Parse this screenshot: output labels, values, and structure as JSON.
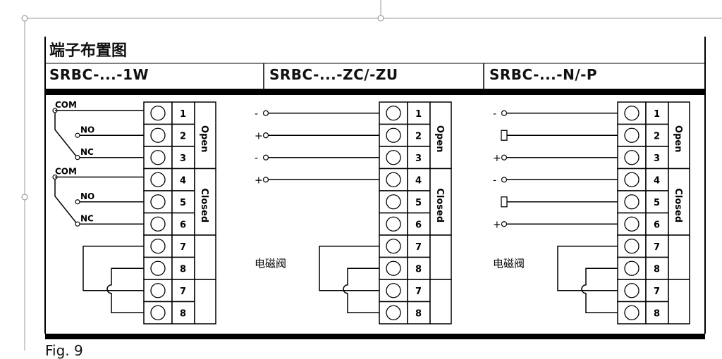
{
  "page_title": "端子布置图",
  "columns": [
    {
      "id": "1w",
      "title": "SRBC-...-1W",
      "terminals": [
        "1",
        "2",
        "3",
        "4",
        "5",
        "6",
        "7",
        "8",
        "7",
        "8"
      ],
      "group_labels": [
        "Open",
        "Closed"
      ],
      "switch_labels": [
        "COM",
        "NO",
        "NC",
        "COM",
        "NO",
        "NC"
      ]
    },
    {
      "id": "zc",
      "title": "SRBC-...-ZC/-ZU",
      "terminals": [
        "1",
        "2",
        "3",
        "4",
        "5",
        "6",
        "7",
        "8",
        "7",
        "8"
      ],
      "group_labels": [
        "Open",
        "Closed"
      ],
      "signal_signs": [
        "-",
        "+",
        "-",
        "+"
      ],
      "valve_label": "电磁阀"
    },
    {
      "id": "np",
      "title": "SRBC-...-N/-P",
      "terminals": [
        "1",
        "2",
        "3",
        "4",
        "5",
        "6",
        "7",
        "8",
        "7",
        "8"
      ],
      "group_labels": [
        "Open",
        "Closed"
      ],
      "signal_signs": [
        "-",
        "+",
        "-",
        "+"
      ],
      "valve_label": "电磁阀"
    }
  ],
  "caption": "Fig. 9"
}
